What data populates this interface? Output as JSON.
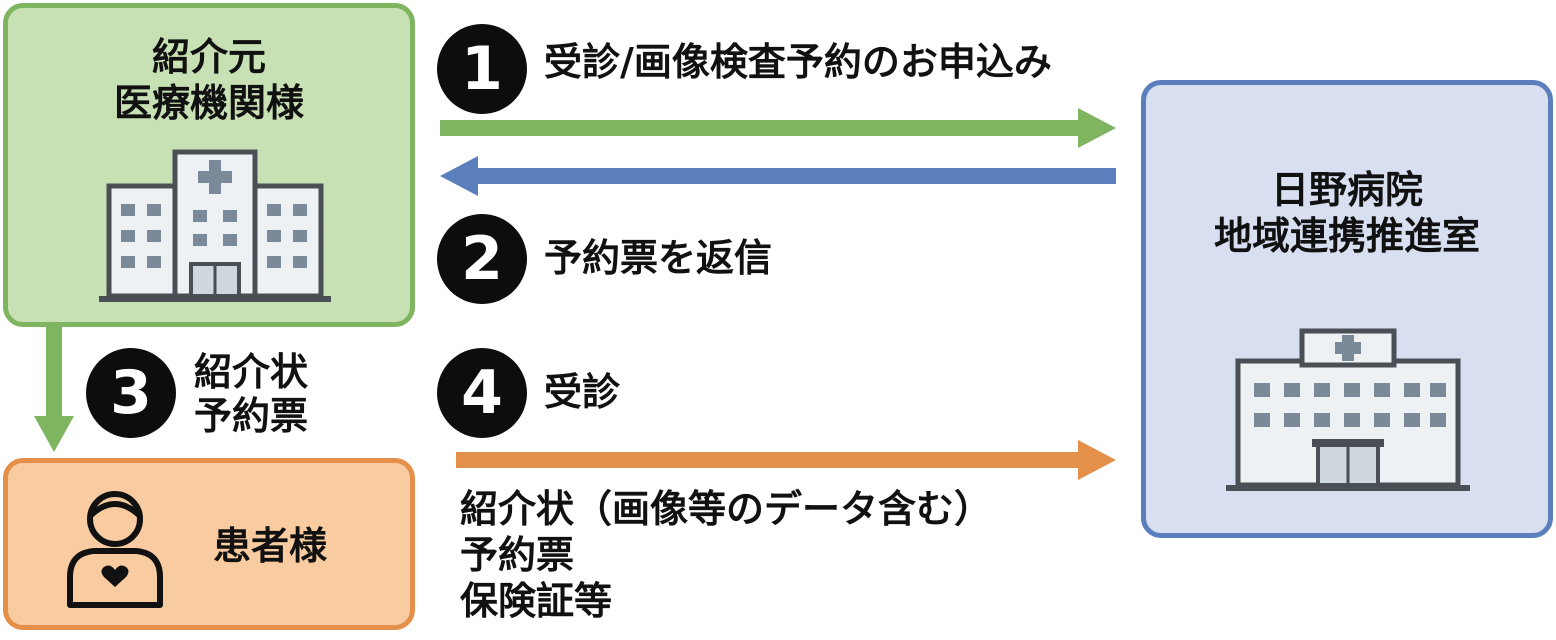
{
  "referrer": {
    "title": "紹介元\n医療機関様"
  },
  "hospital": {
    "title": "日野病院\n地域連携推進室"
  },
  "patient": {
    "label": "患者様"
  },
  "steps": [
    {
      "number": "1",
      "text": "受診/画像検査予約のお申込み"
    },
    {
      "number": "2",
      "text": "予約票を返信"
    },
    {
      "number": "3",
      "text": "紹介状\n予約票"
    },
    {
      "number": "4",
      "text": "受診"
    }
  ],
  "documents": "紹介状（画像等のデータ含む）\n予約票\n保険証等",
  "colors": {
    "green": "#7fb460",
    "blue": "#5b7fbd",
    "orange": "#e4904a",
    "building_outline": "#4a4f55",
    "building_fill": "#eef1f3",
    "window": "#7a8a99"
  },
  "icons": [
    "hospital-building-icon",
    "hospital-building-icon",
    "patient-person-icon"
  ]
}
